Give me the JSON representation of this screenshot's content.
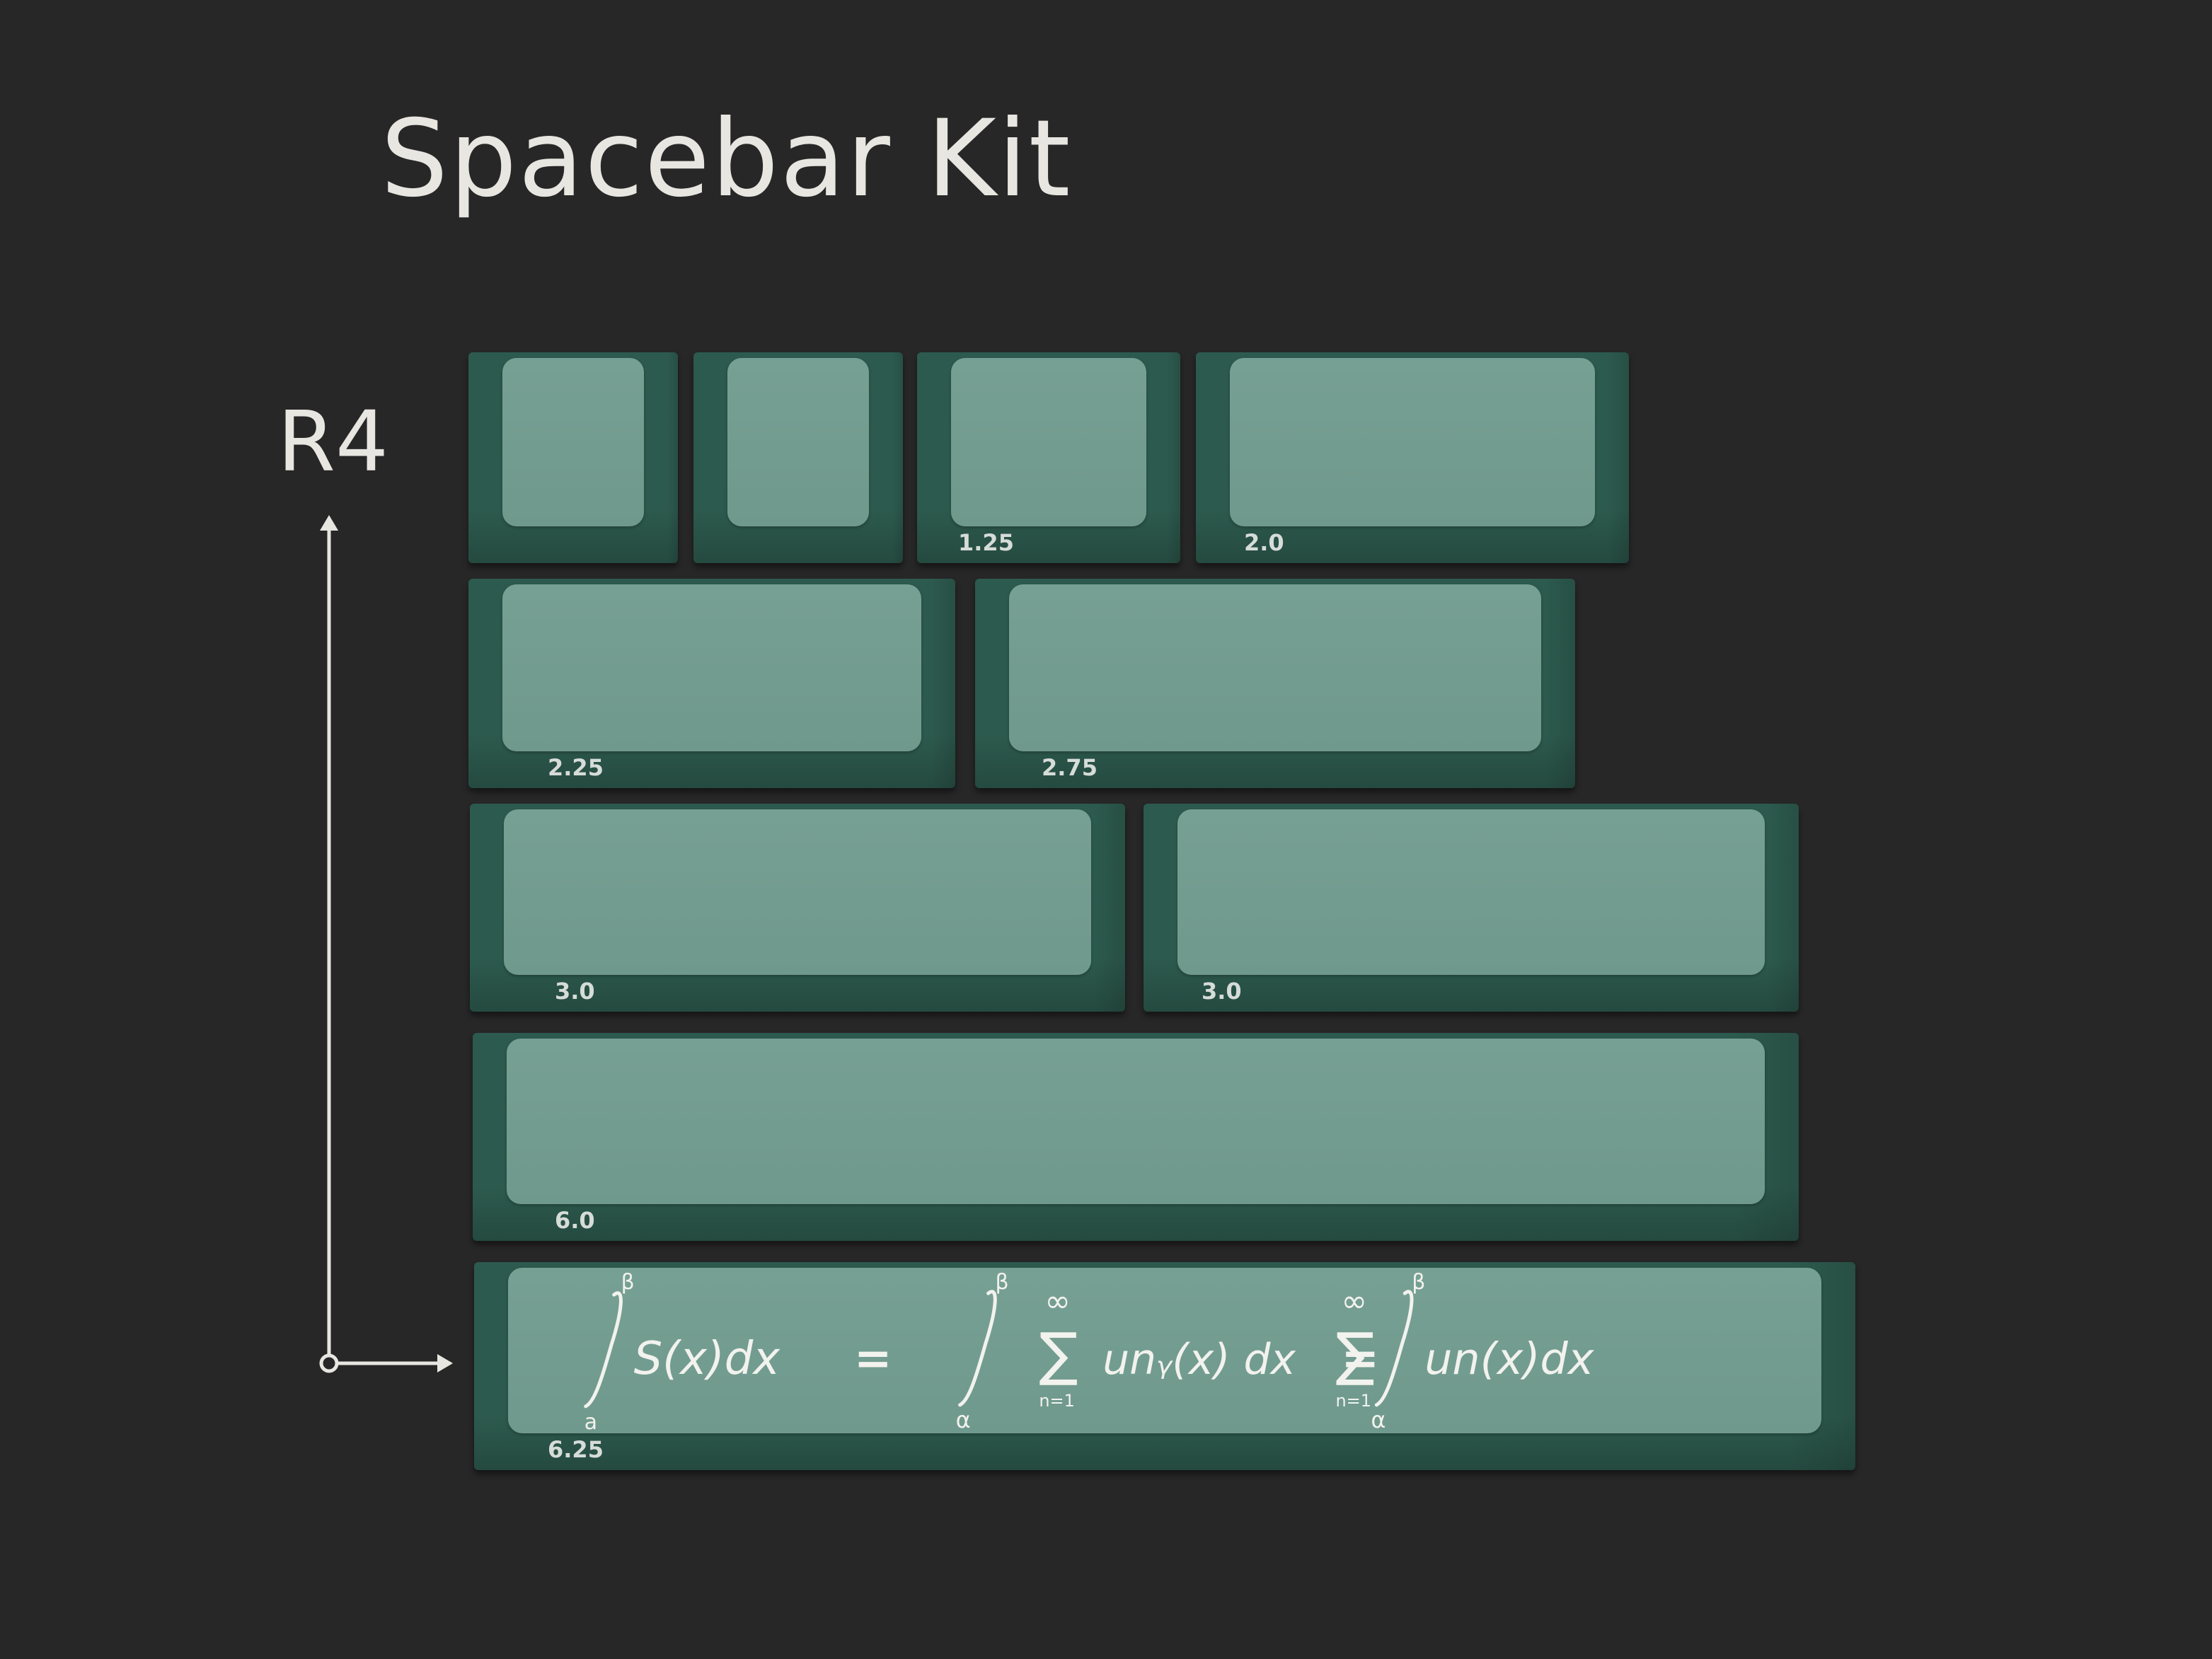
{
  "title": "Spacebar Kit",
  "row_profile": "R4",
  "colors": {
    "background": "#272727",
    "key_side": "#2d5a4e",
    "key_top": "#74998d",
    "text": "#e8e6e1"
  },
  "keys": [
    {
      "id": "key-1",
      "size_label": ""
    },
    {
      "id": "key-2",
      "size_label": ""
    },
    {
      "id": "key-3",
      "size_label": "1.25"
    },
    {
      "id": "key-4",
      "size_label": "2.0"
    },
    {
      "id": "key-5",
      "size_label": "2.25"
    },
    {
      "id": "key-6",
      "size_label": "2.75"
    },
    {
      "id": "key-7",
      "size_label": "3.0"
    },
    {
      "id": "key-8",
      "size_label": "3.0"
    },
    {
      "id": "key-9",
      "size_label": "6.0"
    },
    {
      "id": "key-10",
      "size_label": "6.25"
    }
  ],
  "formula": {
    "lower_a": "a",
    "upper_b": "β",
    "lower_alpha": "α",
    "part1": "S(x)dx",
    "equals": "=",
    "infinity": "∞",
    "sum_index": "n=1",
    "part2": "unᵧ(x)  dx",
    "part3": "un(x)dx"
  }
}
